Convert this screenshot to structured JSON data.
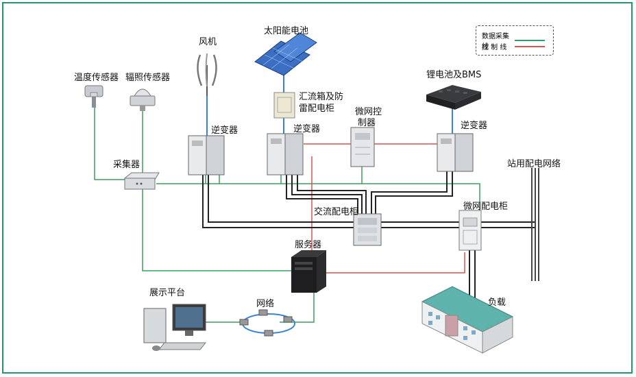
{
  "legend": {
    "data_line_label": "数据采集线",
    "control_line_label": "控 制 线",
    "data_line_color": "#2f9e6a",
    "control_line_color": "#d9534f"
  },
  "nodes": {
    "wind_turbine": "风机",
    "solar_panel": "太阳能电池",
    "temp_sensor": "温度传感器",
    "irradiance_sensor": "辐照传感器",
    "combiner_line1": "汇流箱及防",
    "combiner_line2": "雷配电柜",
    "microgrid_ctrl_line1": "微网控",
    "microgrid_ctrl_line2": "制器",
    "battery": "锂电池及BMS",
    "inverter_wind": "逆变器",
    "inverter_solar": "逆变器",
    "inverter_battery": "逆变器",
    "collector": "采集器",
    "station_grid": "站用配电网络",
    "ac_cabinet": "交流配电柜",
    "microgrid_cabinet": "微网配电柜",
    "server": "服务器",
    "display_platform": "展示平台",
    "network": "网络",
    "load": "负载"
  }
}
